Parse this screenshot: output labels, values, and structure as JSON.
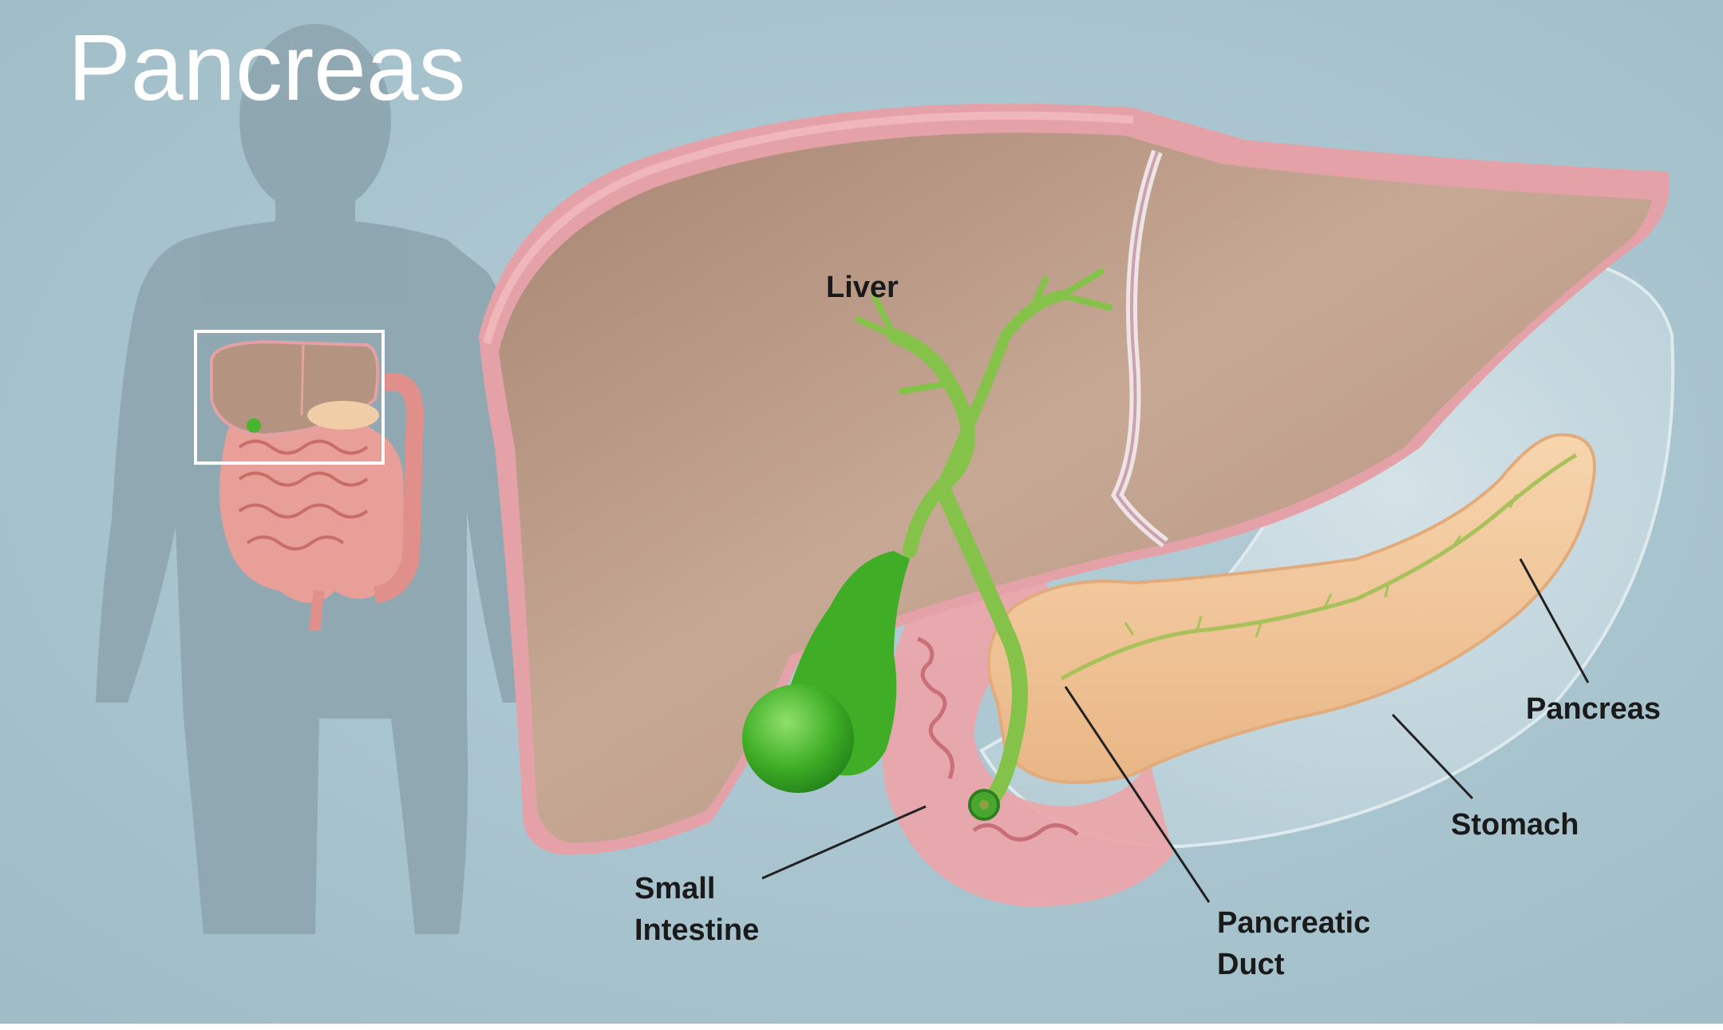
{
  "title": "Pancreas",
  "labels": {
    "liver": "Liver",
    "pancreas": "Pancreas",
    "stomach": "Stomach",
    "small_intestine_line1": "Small",
    "small_intestine_line2": "Intestine",
    "pancreatic_duct_line1": "Pancreatic",
    "pancreatic_duct_line2": "Duct"
  },
  "colors": {
    "background": "#a8c5cf",
    "silhouette": "#8fa7b1",
    "liver": "#b99a85",
    "liver_edge": "#e7a6ad",
    "gallbladder": "#49b52f",
    "bile_duct": "#8fc44f",
    "pancreas": "#f3c99a",
    "stomach": "#cfdfe5",
    "intestine": "#e9a7a7"
  }
}
